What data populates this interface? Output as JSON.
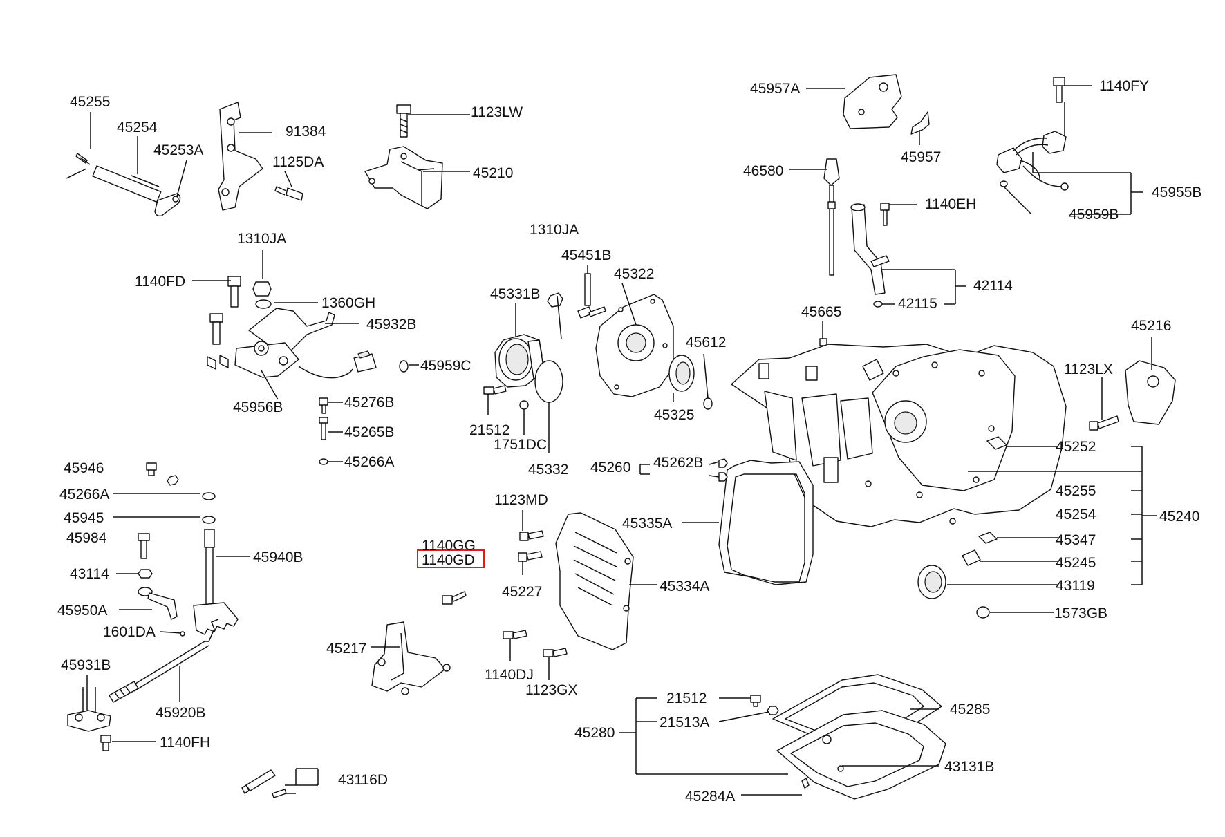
{
  "labels": {
    "p45255a": "45255",
    "p45254a": "45254",
    "p45253A": "45253A",
    "p91384": "91384",
    "p1125DA": "1125DA",
    "p1123LW": "1123LW",
    "p45210": "45210",
    "p1310JAa": "1310JA",
    "p1140FD": "1140FD",
    "p1360GH": "1360GH",
    "p45932B": "45932B",
    "p45959C": "45959C",
    "p45956B": "45956B",
    "p45276B": "45276B",
    "p45265B": "45265B",
    "p45266Aa": "45266A",
    "p45946": "45946",
    "p45266Ab": "45266A",
    "p45945": "45945",
    "p45984": "45984",
    "p45940B": "45940B",
    "p43114": "43114",
    "p45950A": "45950A",
    "p1601DA": "1601DA",
    "p45931B": "45931B",
    "p45920B": "45920B",
    "p1140FH": "1140FH",
    "p43116D": "43116D",
    "p45217": "45217",
    "p1140GG": "1140GG",
    "p1140GD": "1140GD",
    "p1310JAb": "1310JA",
    "p45451B": "45451B",
    "p45331B": "45331B",
    "p45322": "45322",
    "p21512a": "21512",
    "p1751DC": "1751DC",
    "p45332": "45332",
    "p45612": "45612",
    "p45325": "45325",
    "p1123MD": "1123MD",
    "p45227": "45227",
    "p45334A": "45334A",
    "p1140DJ": "1140DJ",
    "p1123GX": "1123GX",
    "p45957A": "45957A",
    "p45957": "45957",
    "p1140FY": "1140FY",
    "p46580": "46580",
    "p1140EH": "1140EH",
    "p45955B": "45955B",
    "p45959B": "45959B",
    "p42114": "42114",
    "p42115": "42115",
    "p45665": "45665",
    "p45216": "45216",
    "p1123LX": "1123LX",
    "p45260": "45260",
    "p45262B": "45262B",
    "p45335A": "45335A",
    "p45252": "45252",
    "p45255b": "45255",
    "p45254b": "45254",
    "p45240": "45240",
    "p45347": "45347",
    "p45245": "45245",
    "p43119": "43119",
    "p1573GB": "1573GB",
    "p45280": "45280",
    "p21512b": "21512",
    "p21513A": "21513A",
    "p45285": "45285",
    "p43131B": "43131B",
    "p45284A": "45284A"
  },
  "highlighted_part": "1140GD",
  "colors": {
    "line": "#111111",
    "highlight": "#e01b1b",
    "background": "#ffffff"
  }
}
